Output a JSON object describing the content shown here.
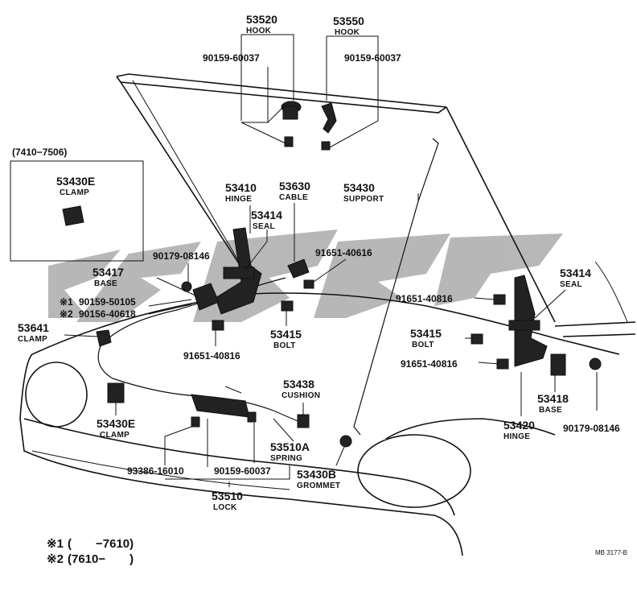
{
  "watermark": "CMS",
  "inset": {
    "title": "(7410−7506)",
    "part_number": "53430E",
    "part_name": "CLAMP"
  },
  "callouts": [
    {
      "id": "c-53520",
      "number": "53520",
      "name": "HOOK"
    },
    {
      "id": "c-53550",
      "number": "53550",
      "name": "HOOK"
    },
    {
      "id": "c-90159-60037-left",
      "number": "90159-60037",
      "name": ""
    },
    {
      "id": "c-90159-60037-right",
      "number": "90159-60037",
      "name": ""
    },
    {
      "id": "c-53410",
      "number": "53410",
      "name": "HINGE"
    },
    {
      "id": "c-53630",
      "number": "53630",
      "name": "CABLE"
    },
    {
      "id": "c-53430",
      "number": "53430",
      "name": "SUPPORT"
    },
    {
      "id": "c-53414-left",
      "number": "53414",
      "name": "SEAL"
    },
    {
      "id": "c-53414-right",
      "number": "53414",
      "name": "SEAL"
    },
    {
      "id": "c-90179-08146-left",
      "number": "90179-08146",
      "name": ""
    },
    {
      "id": "c-91651-40616",
      "number": "91651-40616",
      "name": ""
    },
    {
      "id": "c-53417",
      "number": "53417",
      "name": "BASE"
    },
    {
      "id": "c-91651-40816-right-top",
      "number": "91651-40816",
      "name": ""
    },
    {
      "id": "c-90159-50105",
      "number": "90159-50105",
      "name": "",
      "prefix": "※1"
    },
    {
      "id": "c-90156-40618",
      "number": "90156-40618",
      "name": "",
      "prefix": "※2"
    },
    {
      "id": "c-53641",
      "number": "53641",
      "name": "CLAMP"
    },
    {
      "id": "c-53415-left",
      "number": "53415",
      "name": "BOLT"
    },
    {
      "id": "c-53415-right",
      "number": "53415",
      "name": "BOLT"
    },
    {
      "id": "c-91651-40816-left",
      "number": "91651-40816",
      "name": ""
    },
    {
      "id": "c-91651-40816-right-bottom",
      "number": "91651-40816",
      "name": ""
    },
    {
      "id": "c-53438",
      "number": "53438",
      "name": "CUSHION"
    },
    {
      "id": "c-53418",
      "number": "53418",
      "name": "BASE"
    },
    {
      "id": "c-90179-08146-right",
      "number": "90179-08146",
      "name": ""
    },
    {
      "id": "c-53430E",
      "number": "53430E",
      "name": "CLAMP"
    },
    {
      "id": "c-53420",
      "number": "53420",
      "name": "HINGE"
    },
    {
      "id": "c-53510A",
      "number": "53510A",
      "name": "SPRING"
    },
    {
      "id": "c-53430B",
      "number": "53430B",
      "name": "GROMMET"
    },
    {
      "id": "c-93386-16010",
      "number": "93386-16010",
      "name": ""
    },
    {
      "id": "c-90159-60037-bottom",
      "number": "90159-60037",
      "name": ""
    },
    {
      "id": "c-53510",
      "number": "53510",
      "name": "LOCK"
    }
  ],
  "notes": [
    {
      "mark": "※1",
      "text": "(　　−7610)"
    },
    {
      "mark": "※2",
      "text": "(7610−　　)"
    }
  ],
  "reference_code": "MB 3177-B"
}
